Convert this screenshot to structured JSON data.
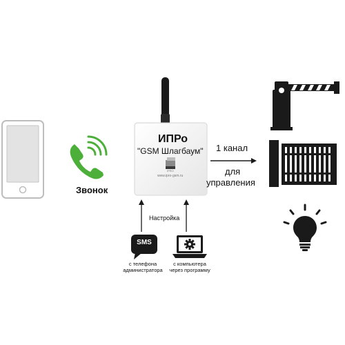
{
  "device": {
    "title": "ИПРо",
    "subtitle": "\"GSM Шлагбаум\"",
    "website": "www.ipro-gsm.ru",
    "logo_text": "IPRO"
  },
  "call": {
    "label": "Звонок"
  },
  "channel": {
    "line1": "1 канал",
    "line2": "для",
    "line3": "управления"
  },
  "settings": {
    "label": "Настройка"
  },
  "sms": {
    "icon_text": "SMS",
    "caption_line1": "с телефона",
    "caption_line2": "администратора"
  },
  "computer": {
    "caption_line1": "с компьютера",
    "caption_line2": "через программу"
  },
  "icons": {
    "phone": "smartphone-icon",
    "call": "phone-call-icon",
    "antenna": "antenna-icon",
    "barrier": "boom-barrier-icon",
    "gate": "sliding-gate-icon",
    "lamp": "light-bulb-icon",
    "sms": "sms-bubble-icon",
    "laptop": "laptop-gear-icon"
  },
  "colors": {
    "call_green": "#4caf3a",
    "dark": "#1a1a1a",
    "device_body": "#f2f2f2"
  }
}
